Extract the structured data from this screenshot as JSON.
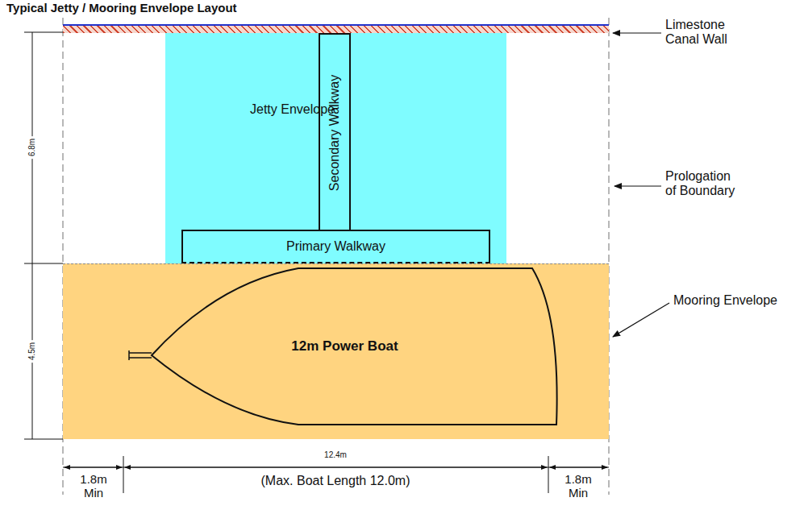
{
  "diagram": {
    "title": "Typical Jetty / Mooring Envelope Layout",
    "nodes": [
      {
        "text": [
          "Limestone Canal Wall"
        ]
      },
      {
        "text": [
          "Jetty Envelope"
        ]
      },
      {
        "text": [
          "Secondary Walkway"
        ],
        "in": 1
      },
      {
        "text": [
          "Primary Walkway"
        ],
        "in": 1
      },
      {
        "text": [
          "Mooring Envelope"
        ]
      },
      {
        "text": [
          "12m Power Boat"
        ],
        "in": 4
      }
    ],
    "labels": [
      "Prologation of Boundary",
      "6.8m",
      "4.5m",
      "12.4m",
      "1.8m Min",
      "(Max. Boat Length 12.0m)",
      "1.8m Min"
    ]
  }
}
